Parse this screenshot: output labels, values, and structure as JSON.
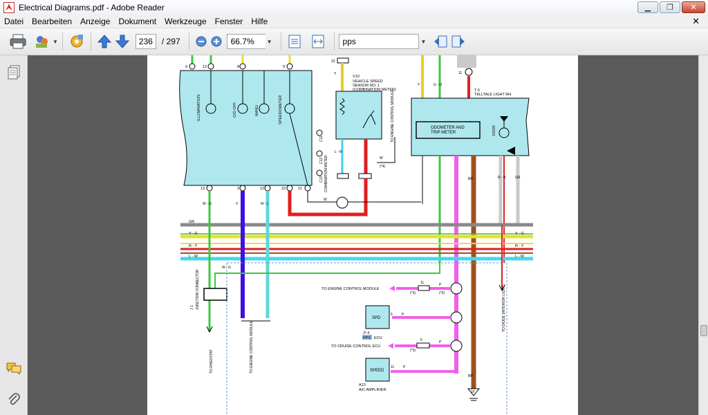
{
  "window": {
    "title": "Electrical Diagrams.pdf - Adobe Reader"
  },
  "menu": {
    "items": [
      "Datei",
      "Bearbeiten",
      "Anzeige",
      "Dokument",
      "Werkzeuge",
      "Fenster",
      "Hilfe"
    ]
  },
  "toolbar": {
    "page_current": "236",
    "page_total": "/ 297",
    "zoom": "66.7%",
    "search_value": "pps"
  },
  "diagram": {
    "labels": {
      "illumination": "ILLUMINATION",
      "od_off": "O/D OFF",
      "manu": "MANU",
      "speedometer": "SPEEDOMETER",
      "c11": "C11",
      "c12": "C12",
      "c13": "C13",
      "combo_meter_side": "COMBINATION METER",
      "v10": "V10",
      "v10_desc1": "VEHICLE SPEED",
      "v10_desc2": "SENSOR NO. 1",
      "v10_desc3": "(COMBINATION METER)",
      "to_ecm_side": "TO ENGINE CONTROL MODULE",
      "t6": "T 6",
      "telltale": "TELLTALE LIGHT RH",
      "odometer1": "ODOMETER AND",
      "odometer2": "TRIP METER",
      "door": "DOOR",
      "gr": "GR",
      "yg": "Y - G",
      "ry": "R - Y",
      "lw": "L - W",
      "wg": "W - G",
      "j1": "J 1",
      "junction": "JUNCTION CONNECTOR",
      "to_rheostat": "TO RHEOSTAT",
      "to_ecm_bottom": "TO ENGINE CONTROL MODULE",
      "to_ecm_right": "TO ENGINE CONTROL MODULE",
      "spd": "SPD",
      "p4": "P 4",
      "pps": "PPS",
      "ecu": "ECU",
      "to_cruise": "TO CRUISE CONTROL ECU",
      "speed": "SPEED",
      "a13": "A13",
      "ac_amp": "A/C AMPLIFIER",
      "to_diode": "TO DIODE (INTERIOR LIGHT)",
      "p": "P",
      "w": "W",
      "y": "Y",
      "v": "V",
      "wl": "W - L",
      "br": "BR",
      "rb": "R - B",
      "go": "G - O",
      "lr": "L - R",
      "star3": "(*3)",
      "star4": "(*4)",
      "n11": "11",
      "n23": "23",
      "n5": "5",
      "n1f": "1F"
    }
  }
}
